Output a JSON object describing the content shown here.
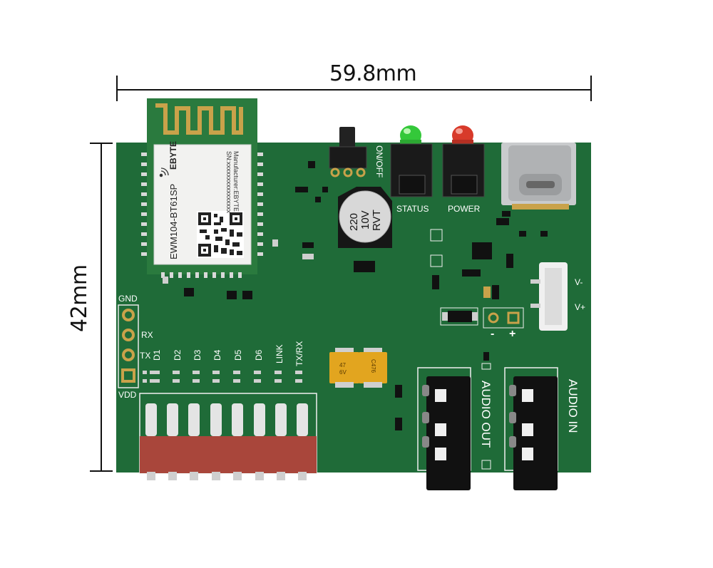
{
  "dimensions": {
    "width_label": "59.8mm",
    "height_label": "42mm"
  },
  "module": {
    "brand": "EBYTE",
    "model": "EWM104-BT61SP",
    "manufacturer_line": "Manufacturer:EBYTE",
    "sn_line": "SN:xxxxxxxxxxxxxxxx"
  },
  "silkscreen": {
    "switch": "ON/OFF",
    "status_led": "STATUS",
    "power_led": "POWER",
    "cap_voltage": "220",
    "cap_rating": "10V",
    "cap_type": "RVT",
    "header_pins": [
      "GND",
      "RX",
      "TX",
      "VDD"
    ],
    "led_labels": [
      "D1",
      "D2",
      "D3",
      "D4",
      "D5",
      "D6",
      "LINK",
      "TX/RX"
    ],
    "battery_minus": "V-",
    "battery_plus": "V+",
    "polarity_minus": "-",
    "polarity_plus": "+",
    "tant1": "47\n6V",
    "tant2": "C476",
    "audio_out": "AUDIO OUT",
    "audio_in": "AUDIO IN"
  },
  "colors": {
    "pcb": "#1f6b38",
    "antenna": "#c9a24a",
    "dip_switch": "#a9463b",
    "led_green": "#34c83a",
    "led_red": "#d83a2a",
    "tantalum": "#e2a51f"
  }
}
